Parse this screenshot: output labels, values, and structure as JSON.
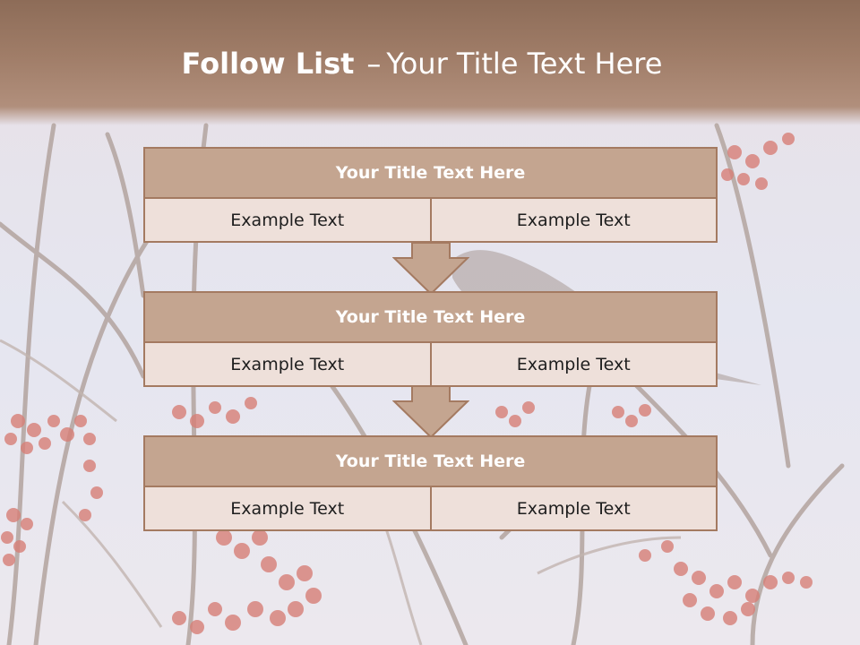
{
  "slide": {
    "title_bold": "Follow List",
    "title_sep": "–",
    "title_rest": "Your Title Text Here"
  },
  "boxes": [
    {
      "title": "Your Title Text Here",
      "left": "Example Text",
      "right": "Example Text"
    },
    {
      "title": "Your Title Text Here",
      "left": "Example Text",
      "right": "Example Text"
    },
    {
      "title": "Your Title Text Here",
      "left": "Example Text",
      "right": "Example Text"
    }
  ],
  "colors": {
    "header": "#8d6c58",
    "box_title_fill": "#c4a590",
    "box_border": "#a47a61",
    "cell_fill": "#eee0da",
    "arrow_fill": "#c4a590"
  }
}
